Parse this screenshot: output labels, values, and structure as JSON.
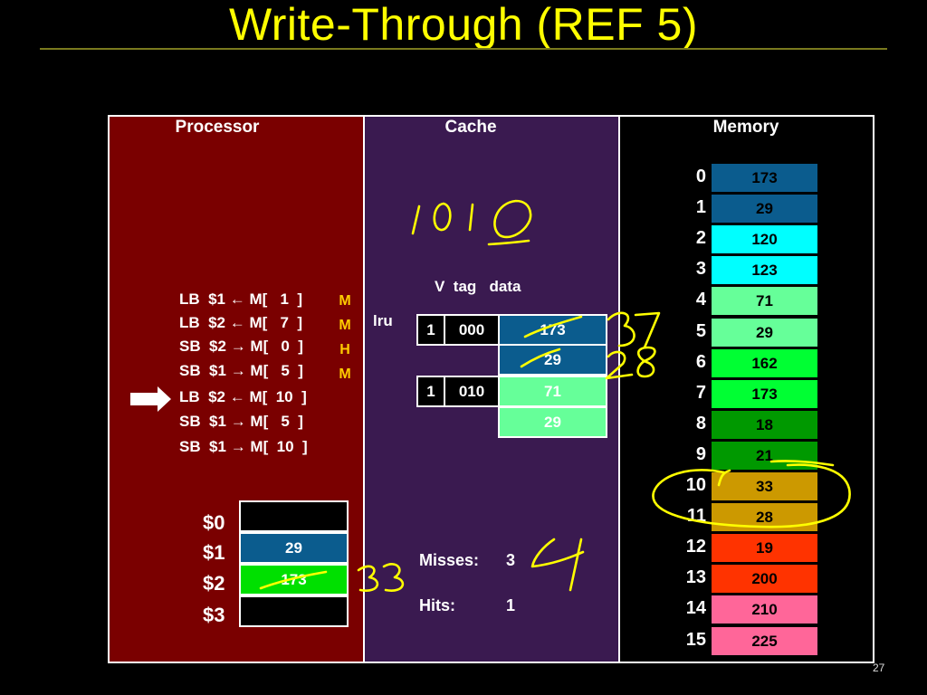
{
  "slide": {
    "title": "Write-Through (REF 5)",
    "page_number": "27"
  },
  "panels": {
    "processor": "Processor",
    "cache": "Cache",
    "memory": "Memory"
  },
  "instructions": [
    {
      "text": "LB  $1 ← M[   1  ]",
      "result": "M"
    },
    {
      "text": "LB  $2 ← M[   7  ]",
      "result": "M"
    },
    {
      "text": "SB  $2 → M[   0  ]",
      "result": "H"
    },
    {
      "text": "SB  $1 → M[   5  ]",
      "result": "M"
    },
    {
      "text": "LB  $2 ← M[  10  ]",
      "result": ""
    },
    {
      "text": "SB  $1 → M[   5  ]",
      "result": ""
    },
    {
      "text": "SB  $1 → M[  10  ]",
      "result": ""
    }
  ],
  "current_instruction_index": 4,
  "registers": [
    {
      "name": "$0",
      "value": "",
      "color": "#000000"
    },
    {
      "name": "$1",
      "value": "29",
      "color": "#0b5c8e"
    },
    {
      "name": "$2",
      "value": "173",
      "color": "#00e000"
    },
    {
      "name": "$3",
      "value": "",
      "color": "#000000"
    }
  ],
  "cache": {
    "header": "V  tag   data",
    "lru_label": "lru",
    "sets": [
      {
        "v": "1",
        "tag": "000",
        "data": [
          "173",
          "29"
        ],
        "colors": [
          "#0b5c8e",
          "#0b5c8e"
        ]
      },
      {
        "v": "1",
        "tag": "010",
        "data": [
          "71",
          "29"
        ],
        "colors": [
          "#66ff99",
          "#66ff99"
        ]
      }
    ]
  },
  "stats": {
    "misses_label": "Misses:",
    "misses_value": "3",
    "hits_label": "Hits:",
    "hits_value": "1"
  },
  "memory": [
    {
      "addr": "0",
      "value": "173",
      "color": "#0b5c8e"
    },
    {
      "addr": "1",
      "value": "29",
      "color": "#0b5c8e"
    },
    {
      "addr": "2",
      "value": "120",
      "color": "#00ffff"
    },
    {
      "addr": "3",
      "value": "123",
      "color": "#00ffff"
    },
    {
      "addr": "4",
      "value": "71",
      "color": "#66ff99"
    },
    {
      "addr": "5",
      "value": "29",
      "color": "#66ff99"
    },
    {
      "addr": "6",
      "value": "162",
      "color": "#00ff33"
    },
    {
      "addr": "7",
      "value": "173",
      "color": "#00ff33"
    },
    {
      "addr": "8",
      "value": "18",
      "color": "#009900"
    },
    {
      "addr": "9",
      "value": "21",
      "color": "#009900"
    },
    {
      "addr": "10",
      "value": "33",
      "color": "#cc9900"
    },
    {
      "addr": "11",
      "value": "28",
      "color": "#cc9900"
    },
    {
      "addr": "12",
      "value": "19",
      "color": "#ff3300"
    },
    {
      "addr": "13",
      "value": "200",
      "color": "#ff3300"
    },
    {
      "addr": "14",
      "value": "210",
      "color": "#ff6699"
    },
    {
      "addr": "15",
      "value": "225",
      "color": "#ff6699"
    }
  ]
}
